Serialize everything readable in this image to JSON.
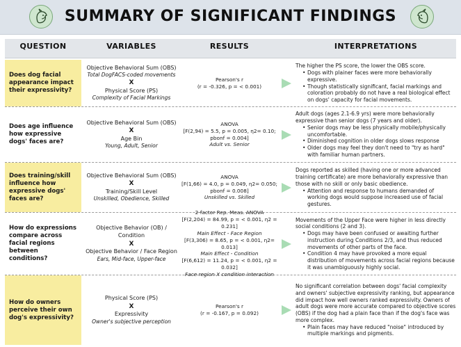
{
  "title": "SUMMARY OF SIGNIFICANT FINDINGS",
  "columns": {
    "question": "QUESTION",
    "variables": "VARIABLES",
    "results": "RESULTS",
    "interpretations": "INTERPRETATIONS"
  },
  "rows": [
    {
      "question": "Does dog facial appearance impact their expressivity?",
      "highlight": true,
      "var1": "Objective Behavioral Sum (OBS)",
      "var1_note": "Total DogFACS-coded movements",
      "x": "X",
      "var2": "Physical Score (PS)",
      "var2_note": "Complexity of Facial Markings",
      "res_line1": "Pearson's r",
      "res_line2": "(r = -0.326, p = < 0.001)",
      "interp_lead": "The higher the PS score, the lower the OBS score.",
      "bullets": [
        "Dogs with plainer faces were more behaviorally expressive.",
        "Though statistically significant, facial markings and coloration probably do not have a real biological effect on dogs' capacity for facial movements."
      ]
    },
    {
      "question": "Does age influence how expressive dogs' faces are?",
      "highlight": false,
      "var1": "Objective Behavioral Sum (OBS)",
      "x": "X",
      "var2": "Age Bin",
      "var2_note": "Young, Adult, Senior",
      "res_line1": "ANOVA",
      "res_line2": "[F(2,94) = 5.5, p = 0.005, η2= 0.10;",
      "res_line3": "pbonf = 0.004]",
      "res_note": "Adult vs. Senior",
      "interp_lead": "Adult dogs (ages 2.1-6.9 yrs) were more behaviorally expressive than senior dogs (7 years and older).",
      "bullets": [
        "Senior dogs may be less physically mobile/physically uncomfortable.",
        "Diminished cognition in older dogs slows response",
        "Older dogs may feel they don't need to \"try as hard\" with familiar human partners."
      ]
    },
    {
      "question": "Does training/skill influence how expressive dogs' faces are?",
      "highlight": true,
      "var1": "Objective Behavioral Sum (OBS)",
      "x": "X",
      "var2": "Training/Skill Level",
      "var2_note": "Unskilled, Obedience, Skilled",
      "res_line1": "ANOVA",
      "res_line2": "[F(1,66) = 4.0, p = 0.049, η2= 0.050;",
      "res_line3": "pbonf = 0.008]",
      "res_note": "Unskilled vs. Skilled",
      "interp_lead": "Dogs reported as skilled (having one or more advanced training certificate) are more behaviorally expressive than those with no skill or only basic obedience.",
      "bullets": [
        "Attention and response to humans demanded of working dogs would suppose increased use of facial gestures."
      ]
    },
    {
      "question": "How do expressions compare across facial regions between conditions?",
      "highlight": false,
      "var1": "Objective Behavior (OB) / Condition",
      "x": "X",
      "var2": "Objective Behavior / Face Region",
      "var2_note": "Ears, Mid-face, Upper-face",
      "res_line1": "2-factor Rep. Meas. ANOVA",
      "res_line2": "[F(2,204) = 84.99, p = < 0.001, η2 = 0.231]",
      "res_effect1": "Main Effect - Face Region",
      "res_line3": "[F(3,306) = 8.65, p = < 0.001, η2= 0.013]",
      "res_effect2": "Main Effect - Condition",
      "res_line4": "[F(6,612) = 11.24, p = < 0.001, η2 = 0.032]",
      "res_effect3": "Face region X condition interaction",
      "interp_lead": "Movements of the Upper Face were higher in less directly social conditions (2 and 3).",
      "bullets": [
        "Dogs may have been confused or awaiting further instruction during Conditions 2/3, and thus reduced movements of other parts of the face.",
        "Condition 4 may have provoked a more equal distribution of movements across facial regions because it was unambiguously highly social."
      ]
    },
    {
      "question": "How do owners perceive their own dog's expressivity?",
      "highlight": true,
      "var1": "Physical Score (PS)",
      "x": "X",
      "var2": "Expressivity",
      "var2_note": "Owner's subjective perception",
      "res_line1": "Pearson's r",
      "res_line2": "(r = -0.167, p = 0.092)",
      "interp_lead": "No significant correlation between dogs' facial complexity and owners' subjective expressivity ranking, but appearance did impact how well owners ranked expressivity. Owners of adult dogs were more accurate compared to objective scores (OBS) if the dog had a plain face than if the dog's face was more complex.",
      "bullets": [
        "Plain faces may have reduced \"noise\" introduced by multiple markings and pigments."
      ]
    }
  ],
  "colors": {
    "header_bg": "#dde3ea",
    "question_highlight": "#f8eda0",
    "arrow": "#a9dcb4",
    "logo": "#cfe6cf"
  },
  "icons": [
    "dog-face-logo-icon",
    "arrow-right-icon"
  ]
}
